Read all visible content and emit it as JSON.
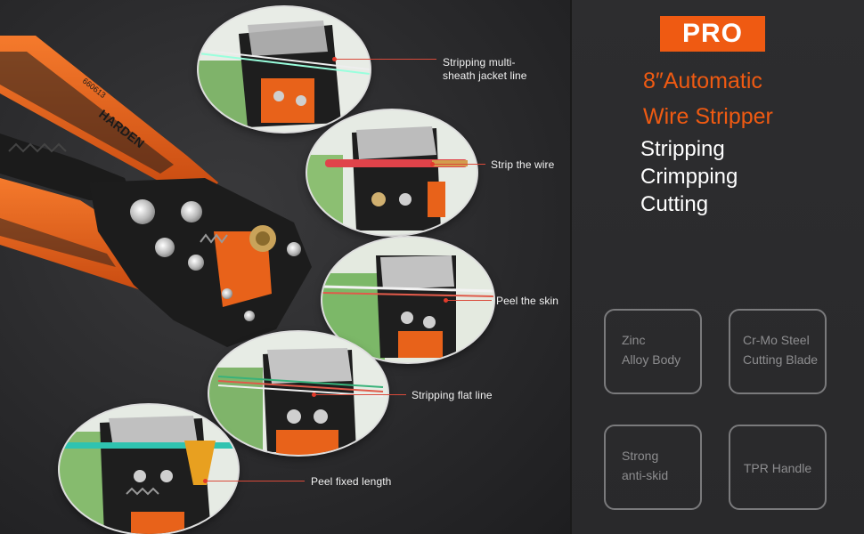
{
  "header": {
    "badge": "PRO",
    "title_line1": "8″Automatic",
    "title_line2": "Wire Stripper",
    "features": [
      "Stripping",
      "Crimpping",
      "Cutting"
    ]
  },
  "specs": [
    {
      "line1": "Zinc",
      "line2": "Alloy Body"
    },
    {
      "line1": "Cr-Mo Steel",
      "line2": "Cutting Blade"
    },
    {
      "line1": "Strong",
      "line2": "anti-skid"
    },
    {
      "line1": "TPR Handle",
      "line2": ""
    }
  ],
  "callouts": [
    {
      "line1": "Stripping multi-",
      "line2": "sheath jacket line"
    },
    {
      "line1": "Strip the wire"
    },
    {
      "line1": "Peel the skin"
    },
    {
      "line1": "Stripping flat line"
    },
    {
      "line1": "Peel fixed length"
    }
  ],
  "tool": {
    "brand": "HARDEN",
    "model": "660613"
  },
  "colors": {
    "accent": "#ef5a12",
    "handle_orange": "#e8621a",
    "background": "#2b2b2d",
    "callout_line": "#d94a3a",
    "spec_text": "#8d8d8f"
  }
}
